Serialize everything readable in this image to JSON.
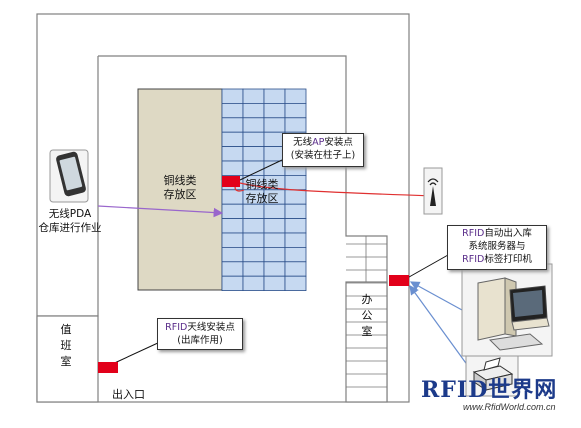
{
  "zones": {
    "copper_left": "铜线类\n存放区",
    "copper_right": "铜线类\n存放区",
    "duty_room": "值班室",
    "office": "办公室",
    "entrance": "出入口"
  },
  "pda": {
    "label": "无线PDA\n仓库进行作业"
  },
  "callouts": {
    "ap": {
      "line1_prefix": "无线",
      "line1_highlight": "AP",
      "line1_suffix": "安装点",
      "line2": "(安装在柱子上)"
    },
    "rfid_antenna": {
      "line1_highlight": "RFID",
      "line1_suffix": "天线安装点",
      "line2": "(出库作用)"
    },
    "rfid_server": {
      "line1_highlight": "RFID",
      "line1_suffix": "自动出入库",
      "line2": "系统服务器与",
      "line3_highlight": "RFID",
      "line3_suffix": "标签打印机"
    }
  },
  "watermark": {
    "logo": "RFID世界网",
    "url": "www.RfidWorld.com.cn"
  },
  "colors": {
    "wall": "#808080",
    "copper_zone": "#ded9c4",
    "shelf": "#c6d9f1",
    "shelf_line": "#2b4f8a",
    "install_point": "#e2001a",
    "arrow_red": "#e03030",
    "arrow_purple": "#9966cc",
    "arrow_blue": "#6a8fd0"
  }
}
